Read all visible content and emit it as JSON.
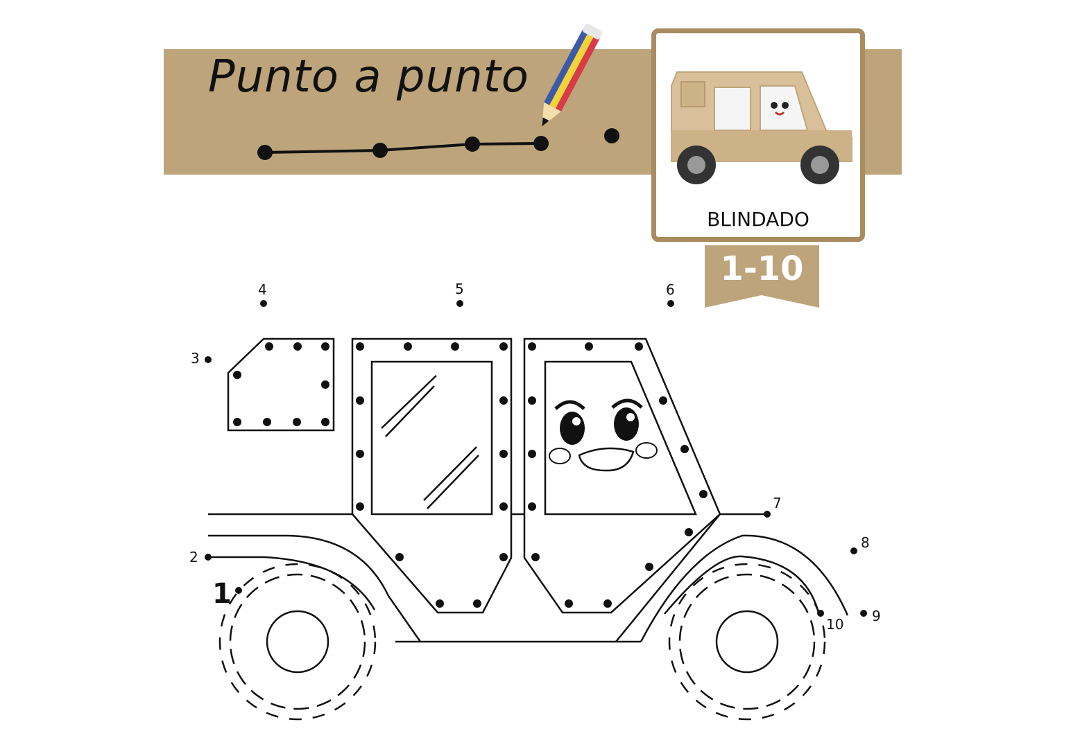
{
  "header": {
    "title": "Punto a punto"
  },
  "card": {
    "label": "BLINDADO"
  },
  "badge": {
    "range": "1-10"
  },
  "dots": {
    "labels": [
      "1",
      "2",
      "3",
      "4",
      "5",
      "6",
      "7",
      "8",
      "9",
      "10"
    ]
  },
  "colors": {
    "banner": "#bda47a",
    "card_border": "#a88b5f",
    "vehicle_body": "#d9c09a"
  },
  "icons": {
    "pencil": "pencil-icon",
    "vehicle": "armored-vehicle-icon"
  }
}
